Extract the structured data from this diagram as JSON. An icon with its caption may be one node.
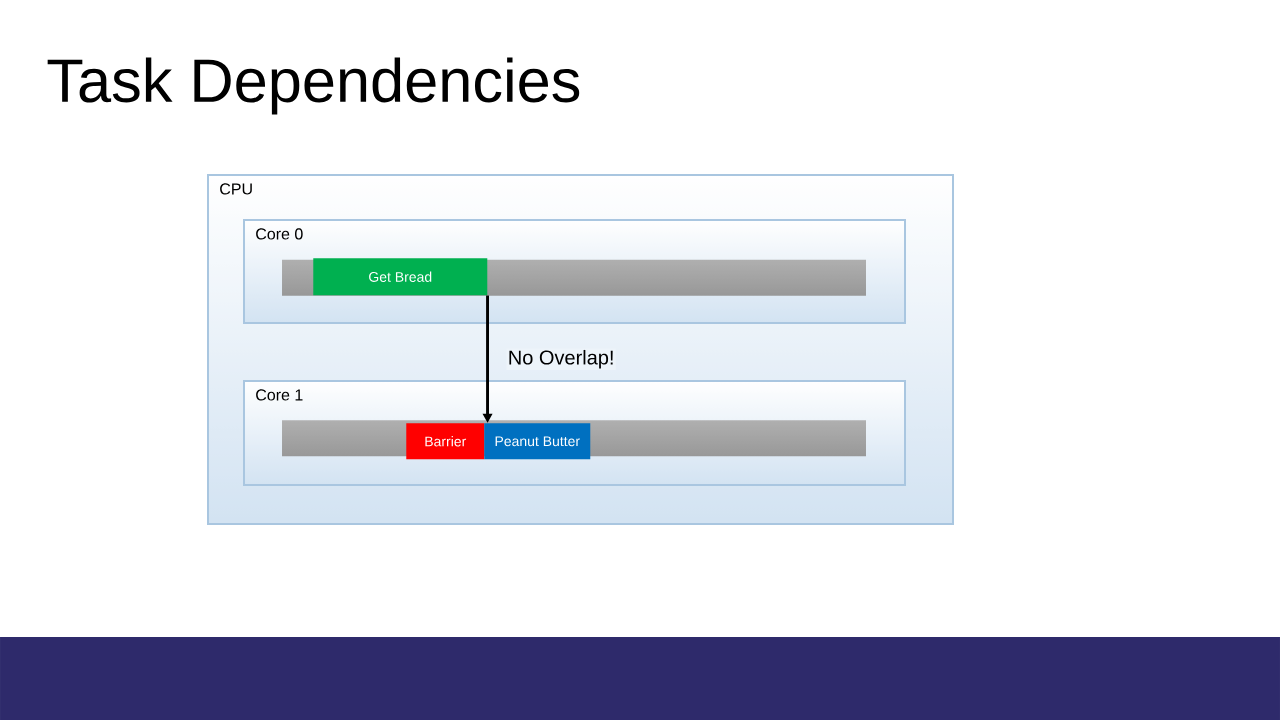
{
  "diagram": {
    "title": "Task Dependencies",
    "nodes": [
      {
        "text": [
          "CPU"
        ]
      },
      {
        "text": [
          "Core 0"
        ],
        "in": 0
      },
      {
        "text": [
          "Get Bread"
        ],
        "in": 1
      },
      {
        "text": [
          "Core 1"
        ],
        "in": 0
      },
      {
        "text": [
          "Barrier"
        ],
        "in": 3
      },
      {
        "text": [
          "Peanut Butter"
        ],
        "in": 3
      }
    ],
    "edges": [
      {
        "from": 2,
        "to": 5,
        "arrow": "to",
        "label": "No Overlap!"
      }
    ]
  }
}
